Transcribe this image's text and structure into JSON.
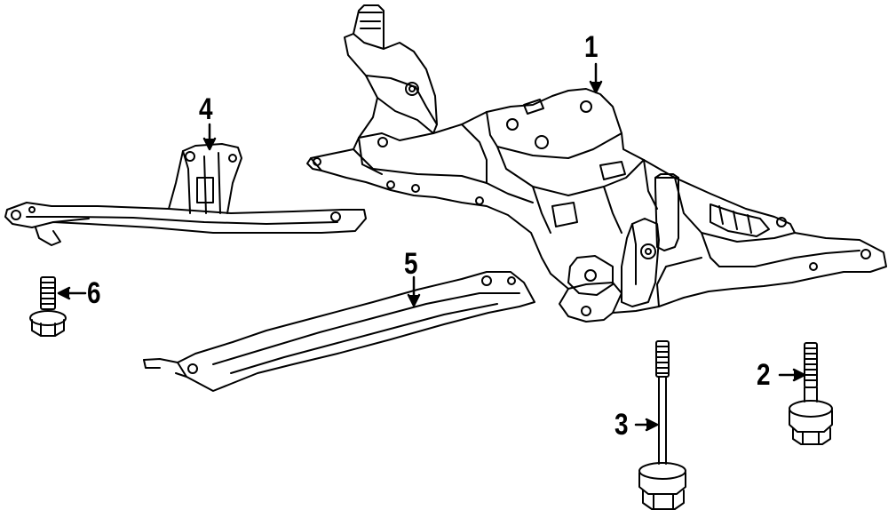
{
  "callouts": [
    {
      "id": "1",
      "label": "1",
      "part": "crossmember"
    },
    {
      "id": "2",
      "label": "2",
      "part": "bolt"
    },
    {
      "id": "3",
      "label": "3",
      "part": "long-bolt"
    },
    {
      "id": "4",
      "label": "4",
      "part": "front-brace"
    },
    {
      "id": "5",
      "label": "5",
      "part": "rear-brace"
    },
    {
      "id": "6",
      "label": "6",
      "part": "bolt"
    }
  ],
  "colors": {
    "line": "#000000",
    "background": "#ffffff"
  }
}
